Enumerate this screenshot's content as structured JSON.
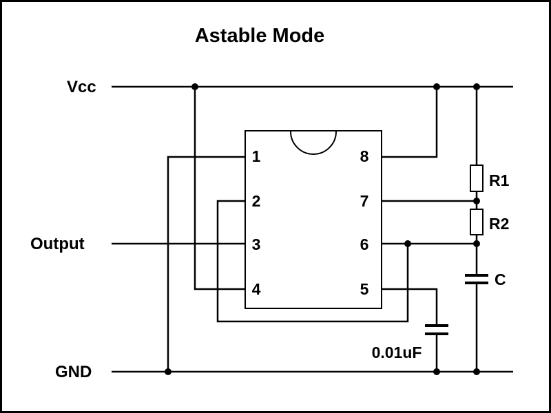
{
  "diagram": {
    "title": "Astable Mode",
    "colors": {
      "line": "#000000",
      "background": "#ffffff",
      "border": "#000000"
    },
    "nets": {
      "vcc": "Vcc",
      "output": "Output",
      "gnd": "GND"
    },
    "ic": {
      "pins_left": [
        "1",
        "2",
        "3",
        "4"
      ],
      "pins_right": [
        "8",
        "7",
        "6",
        "5"
      ]
    },
    "components": {
      "r1": "R1",
      "r2": "R2",
      "c": "C",
      "control_cap": "0.01uF"
    }
  }
}
